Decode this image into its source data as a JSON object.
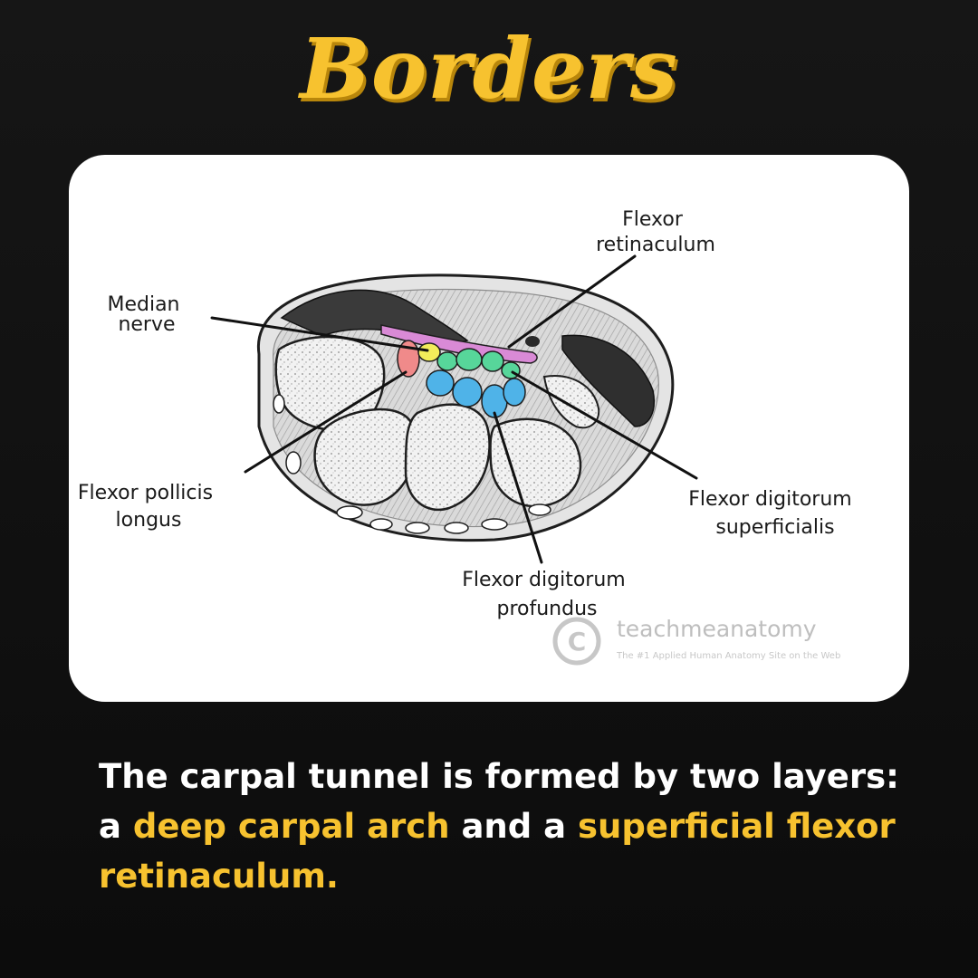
{
  "header": {
    "title": "Borders"
  },
  "diagram": {
    "labels": {
      "flexor_retinaculum": [
        "Flexor",
        "retinaculum"
      ],
      "median_nerve": [
        "Median",
        "nerve"
      ],
      "flexor_pollicis_longus": [
        "Flexor pollicis",
        "longus"
      ],
      "flexor_digitorum_superficialis": [
        "Flexor digitorum",
        "superficialis"
      ],
      "flexor_digitorum_profundus": [
        "Flexor digitorum",
        "profundus"
      ]
    },
    "watermark": {
      "symbol": "©",
      "name": "teachmeanatomy",
      "tagline": "The #1 Applied Human Anatomy Site on the Web"
    },
    "colors": {
      "retinaculum": "#d98ad6",
      "fpl": "#f08a8a",
      "nerve": "#f2ec5a",
      "fds": "#57d69a",
      "fdp": "#4fb3e8"
    }
  },
  "caption": {
    "line1": "The carpal tunnel is formed by two layers:",
    "line2_a": "a ",
    "line2_hl1": "deep carpal arch",
    "line2_b": " and a ",
    "line2_hl2": "superficial flexor",
    "line3_hl": "retinaculum."
  },
  "accent_color": "#f7c22f"
}
